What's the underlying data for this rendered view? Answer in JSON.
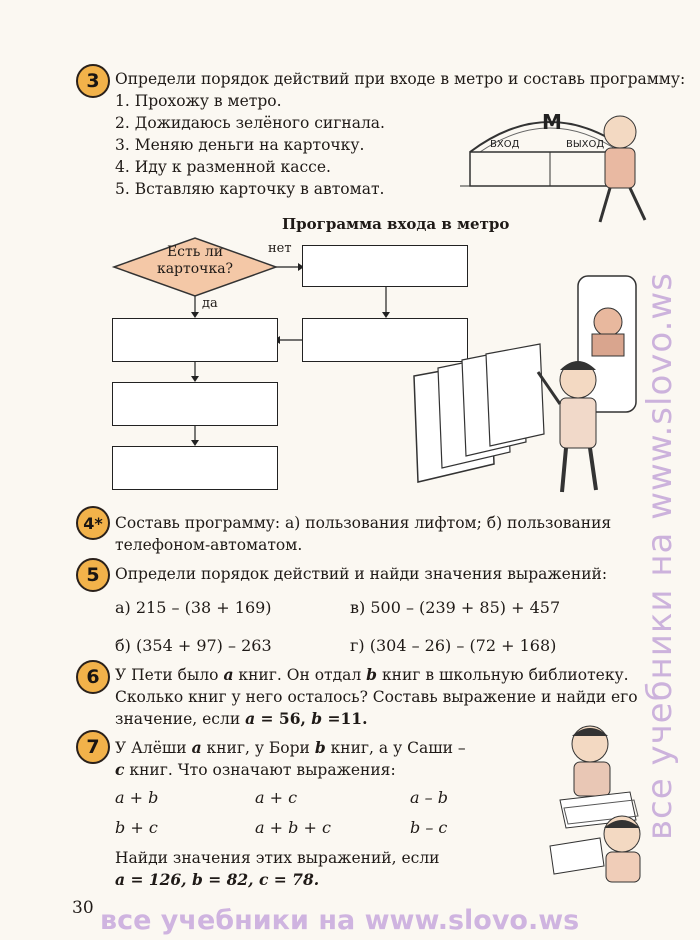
{
  "task3": {
    "number": "3",
    "intro": "Определи порядок действий при входе в метро и составь программу:",
    "steps": [
      "1. Прохожу в метро.",
      "2. Дожидаюсь зелёного сигнала.",
      "3. Меняю деньги на карточку.",
      "4. Иду к разменной кассе.",
      "5. Вставляю карточку в автомат."
    ],
    "metro_sign": "M",
    "metro_entrance": "ВХОД",
    "metro_exit": "ВЫХОД",
    "flowchart": {
      "title": "Программа входа в метро",
      "decision_line1": "Есть ли",
      "decision_line2": "карточка?",
      "no_label": "нет",
      "yes_label": "да"
    }
  },
  "task4": {
    "number": "4*",
    "line1": "Составь программу: а) пользования лифтом; б) пользования",
    "line2": "телефоном-автоматом."
  },
  "task5": {
    "number": "5",
    "text": "Определи порядок действий и найди значения выражений:",
    "a": "а) 215 – (38 + 169)",
    "b": "б) (354 + 97) – 263",
    "v": "в) 500 – (239 + 85) + 457",
    "g": "г) (304 – 26) – (72 + 168)"
  },
  "task6": {
    "number": "6",
    "l1_pre": "У Пети было ",
    "l1_var1": "a",
    "l1_mid": " книг. Он отдал ",
    "l1_var2": "b",
    "l1_post": " книг в школьную библиотеку.",
    "l2": "Сколько книг у него осталось? Составь выражение и найди его",
    "l3_pre": "значение, если ",
    "l3_var1": "a",
    "l3_mid": " = 56, ",
    "l3_var2": "b",
    "l3_post": " =11."
  },
  "task7": {
    "number": "7",
    "l1_pre": "У Алёши ",
    "l1_var1": "a",
    "l1_mid1": " книг, у Бори ",
    "l1_var2": "b",
    "l1_post": " книг, а у Саши –",
    "l2_var": "c",
    "l2_post": " книг. Что означают выражения:",
    "expressions": [
      "a + b",
      "a + c",
      "a – b",
      "b + c",
      "a + b + c",
      "b – c"
    ],
    "find_text": "Найди значения этих выражений, если",
    "values": "a = 126,  b = 82,  c = 78."
  },
  "page_number": "30",
  "watermark_side": "все учебники на www.slovo.ws",
  "watermark_bottom": "все учебники на www.slovo.ws"
}
